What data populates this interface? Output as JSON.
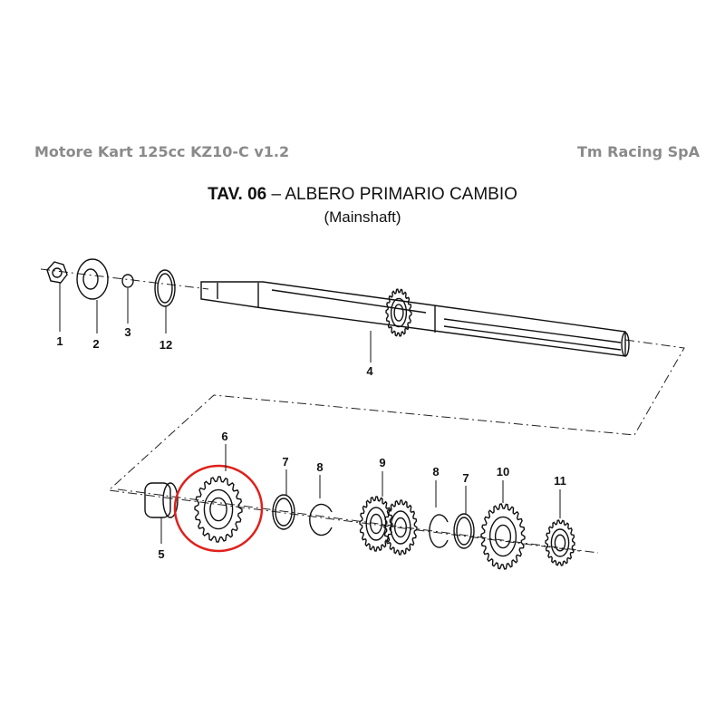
{
  "header": {
    "left": "Motore Kart 125cc KZ10-C v1.2",
    "right": "Tm Racing SpA"
  },
  "title": {
    "code": "TAV. 06",
    "separator": "–",
    "name": "ALBERO PRIMARIO CAMBIO",
    "subtitle": "(Mainshaft)"
  },
  "callouts": [
    "1",
    "2",
    "3",
    "12",
    "4",
    "6",
    "7",
    "8",
    "9",
    "8",
    "7",
    "10",
    "11",
    "5"
  ],
  "highlight": {
    "part": "6",
    "color": "#e0201b"
  }
}
